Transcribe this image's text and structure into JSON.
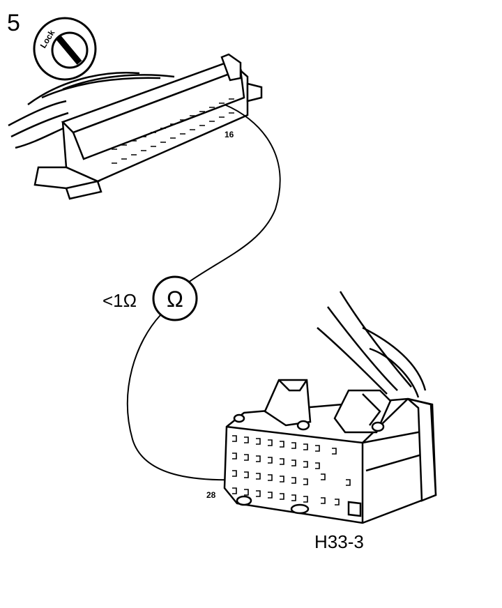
{
  "step_number": "5",
  "lock_icon": {
    "label": "Lock"
  },
  "upper_connector": {
    "pin_label": "16"
  },
  "lower_connector": {
    "pin_label": "28",
    "name": "H33-3"
  },
  "meter": {
    "symbol": "Ω",
    "reading": "<1Ω"
  }
}
